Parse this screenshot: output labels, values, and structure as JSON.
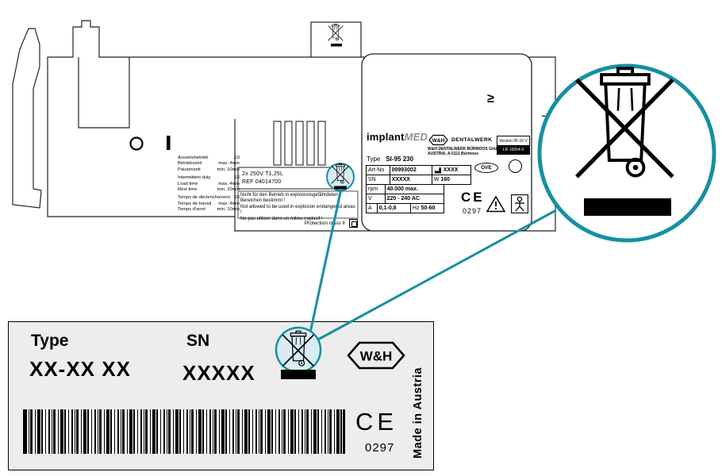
{
  "accent_color": "#1590a2",
  "device": {
    "mark": "≥",
    "duty_rows": [
      {
        "label": "Aussetzbetrieb",
        "value": "S3"
      },
      {
        "label": "Betriebszeit",
        "value": "max. 4min"
      },
      {
        "label": "Pausenzeit",
        "value": "min. 10min"
      },
      {
        "label": "Intermittent duty",
        "value": "S3"
      },
      {
        "label": "Load time",
        "value": "max. 4min"
      },
      {
        "label": "Rest time",
        "value": "min. 10min"
      },
      {
        "label": "Temps de déclenchement",
        "value": "S3"
      },
      {
        "label": "Temps de travail",
        "value": "max. 4min"
      },
      {
        "label": "Temps d'arret",
        "value": "min. 10min"
      }
    ],
    "fuse_line1": "2x  250V  T1,25L",
    "fuse_line2": "REF 04014700",
    "warning_lines": [
      "Nicht für den Betrieb in explosionsgefährdeten",
      "Bereichen bestimmt !",
      "Not allowed to be used in explosion endangered areas !",
      "Ne pas utiliser dans un milieu explosif !"
    ],
    "protection_class": "Protection class II"
  },
  "plate": {
    "brand_a": "implant",
    "brand_b": "MED",
    "wh": "W&H",
    "dentalwerk": "DENTALWERK",
    "address1": "W&H DENTALWERK BÜRMOOS GmbH",
    "address2": "AUSTRIA, A-5111 Bürmoos",
    "badge_line1": "Version 95-15 V",
    "badge_line2": "LR 10654-9",
    "type_label": "Type",
    "type_value": "SI-95 230",
    "art_label": "Art-No",
    "art_value": "00993002",
    "date_value": "XXXX",
    "sn_label": "SN",
    "sn_value": "XXXXX",
    "w_label": "W",
    "w_value": "160",
    "rpm_label": "rpm",
    "rpm_value": "40.000 max.",
    "v_label": "V",
    "v_value": "220 - 240 AC",
    "a_label": "A",
    "a_value": "0,1-0,8",
    "hz_label": "Hz",
    "hz_value": "50-60",
    "ove": "ÖVE",
    "ce": "CE",
    "ce_number": "0297"
  },
  "label": {
    "type_label": "Type",
    "type_value": "XX-XX XX",
    "sn_label": "SN",
    "sn_value": "XXXXX",
    "wh": "W&H",
    "ce": "CE",
    "ce_number": "0297",
    "made_in": "Made in Austria"
  }
}
